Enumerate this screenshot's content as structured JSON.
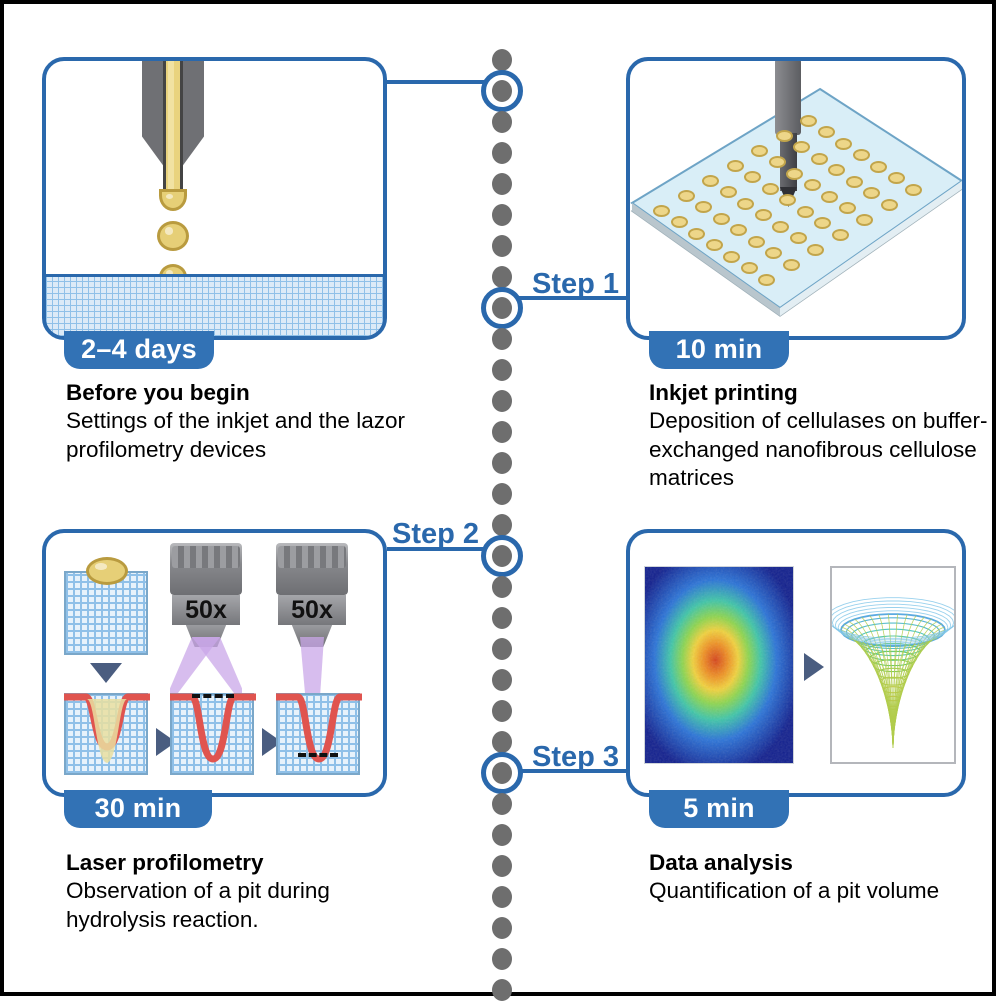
{
  "figure": {
    "type": "workflow-graphical-abstract",
    "accent_color": "#2a68ac",
    "badge_color": "#3272b5",
    "timeline_dot_color": "#6e6e6e"
  },
  "timeline": {
    "steps": [
      {
        "id": "step1",
        "label": "Step 1"
      },
      {
        "id": "step2",
        "label": "Step 2"
      },
      {
        "id": "step3",
        "label": "Step 3"
      }
    ]
  },
  "panels": [
    {
      "id": "before-you-begin",
      "duration": "2–4 days",
      "title": "Before you begin",
      "description": "Settings of the inkjet and the lazor profilometry devices",
      "illustration": "inkjet-nozzle-dispensing-droplets-into-liquid"
    },
    {
      "id": "inkjet-printing",
      "duration": "10 min",
      "title": "Inkjet printing",
      "description": "Deposition of cellulases on buffer-exchanged nanofibrous cellulose matrices",
      "illustration": "nozzle-printing-droplet-array-on-plate"
    },
    {
      "id": "laser-profilometry",
      "duration": "30 min",
      "title": "Laser profilometry",
      "description": "Observation of a pit during hydrolysis reaction.",
      "illustration": "objective-lenses-scanning-pit-profile",
      "lens_magnification": "50x"
    },
    {
      "id": "data-analysis",
      "duration": "5 min",
      "title": "Data analysis",
      "description": "Quantification of a pit volume",
      "illustration": "pit-heatmap-and-3d-wireframe-mesh"
    }
  ]
}
